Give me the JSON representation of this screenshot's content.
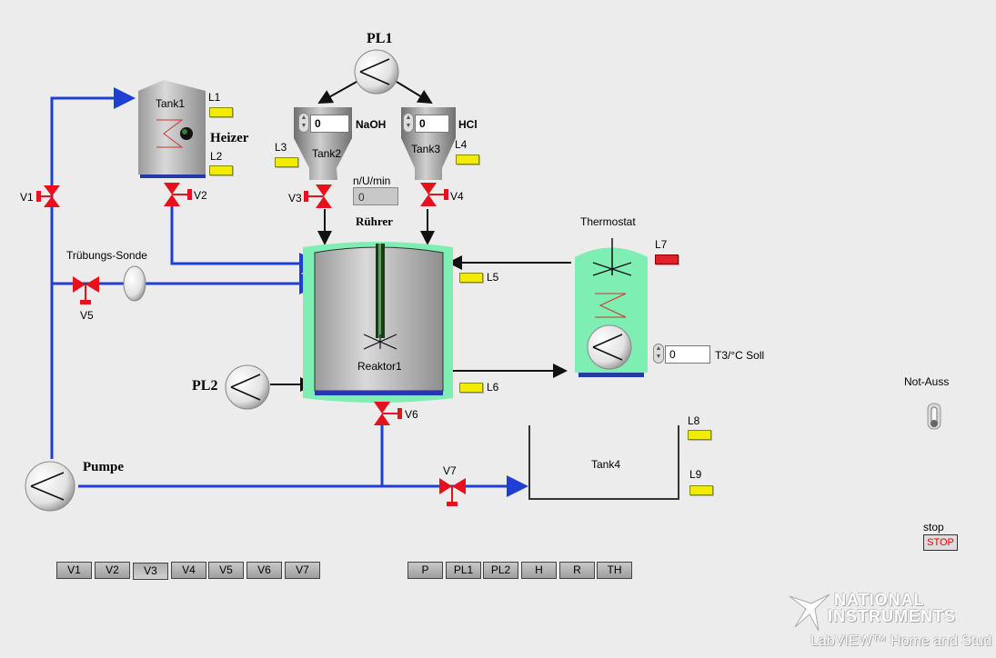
{
  "pumps": {
    "pl1": "PL1",
    "pl2": "PL2",
    "pumpe": "Pumpe"
  },
  "tanks": {
    "tank1": "Tank1",
    "tank2": "Tank2",
    "tank3": "Tank3",
    "tank4": "Tank4",
    "reaktor": "Reaktor1",
    "thermostat": "Thermostat"
  },
  "labels": {
    "heizer": "Heizer",
    "ruehrer": "Rührer",
    "truebung": "Trübungs-Sonde",
    "rpm": "n/U/min",
    "t3": "T3/°C Soll",
    "not_aus": "Not-Auss",
    "stop_label": "stop",
    "naoh": "NaOH",
    "hcl": "HCl"
  },
  "valves": {
    "v1": "V1",
    "v2": "V2",
    "v3": "V3",
    "v4": "V4",
    "v5": "V5",
    "v6": "V6",
    "v7": "V7"
  },
  "lamps": {
    "l1": "L1",
    "l2": "L2",
    "l3": "L3",
    "l4": "L4",
    "l5": "L5",
    "l6": "L6",
    "l7": "L7",
    "l8": "L8",
    "l9": "L9"
  },
  "controls": {
    "tank2_value": "0",
    "tank3_value": "0",
    "rpm_value": "0",
    "t3_value": "0"
  },
  "toggle_buttons_left": [
    "V1",
    "V2",
    "V3",
    "V4",
    "V5",
    "V6",
    "V7"
  ],
  "toggle_buttons_right": [
    "P",
    "PL1",
    "PL2",
    "H",
    "R",
    "TH"
  ],
  "stop_button": "STOP",
  "logo": {
    "line1": "NATIONAL",
    "line2": "INSTRUMENTS",
    "line3": "LabVIEW™ Home and Stud"
  },
  "colors": {
    "pipe": "#1f3fd4",
    "valve": "#e8101c",
    "lamp": "#f2ec00",
    "lamp_alarm": "#e0202a",
    "jacket": "#7eeeb2"
  }
}
